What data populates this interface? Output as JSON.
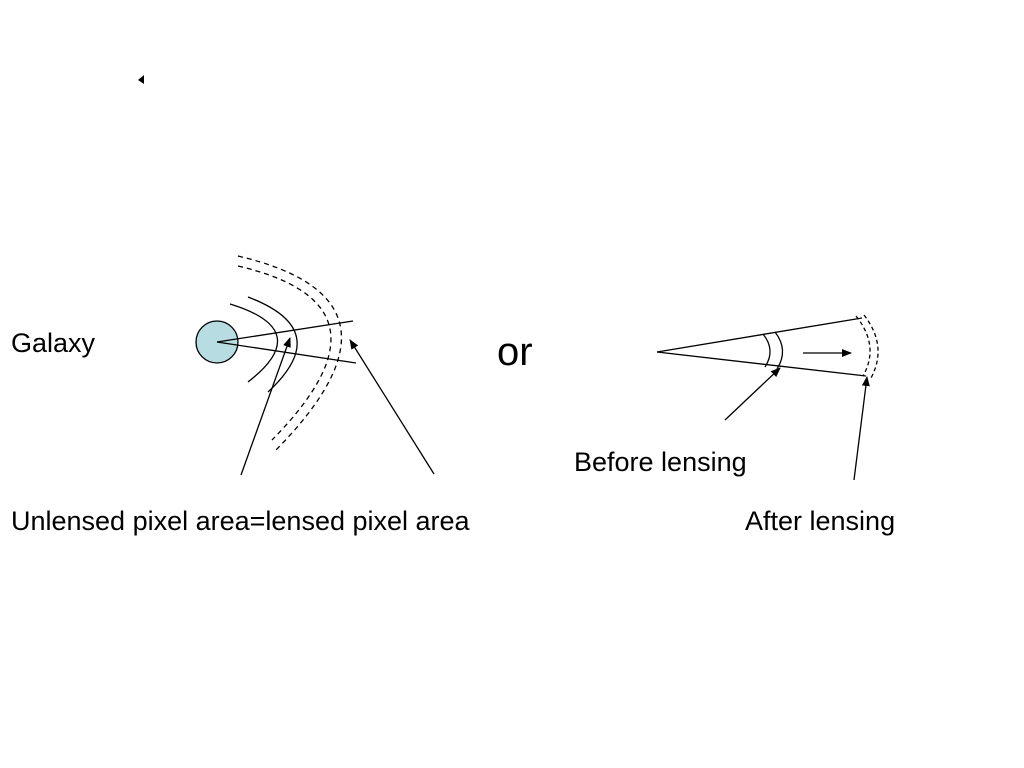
{
  "labels": {
    "galaxy": "Galaxy",
    "or": "or",
    "before_lensing": "Before lensing",
    "area_equality": "Unlensed pixel area=lensed pixel area",
    "after_lensing": "After lensing"
  },
  "colors": {
    "galaxy_fill": "#b7dde2",
    "stroke": "#000000"
  }
}
